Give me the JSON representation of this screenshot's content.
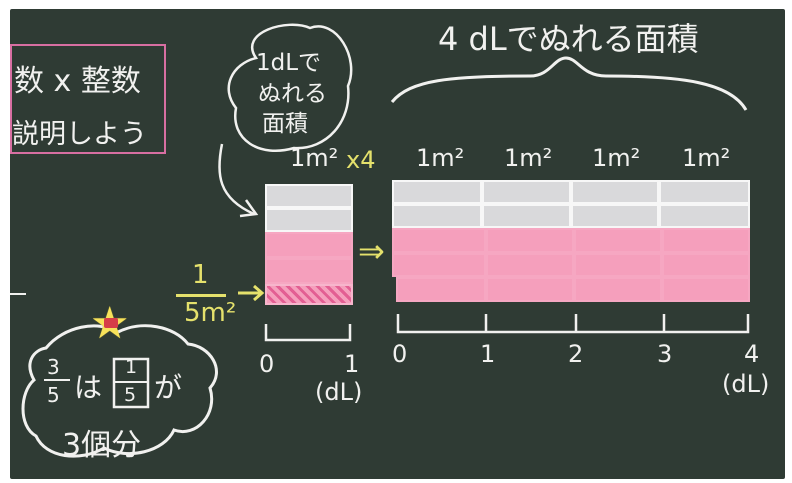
{
  "title_box": {
    "line1": "数 x 整数",
    "line2": "説明しよう"
  },
  "cloud_note": {
    "line1": "1dLで",
    "line2": "ぬれる",
    "line3": "面積"
  },
  "top_label": "4 dLでぬれる面積",
  "labels": {
    "m2": "1m²",
    "times": "x4",
    "arrow": "⇒",
    "fraction_num": "1",
    "fraction_den": "5m²",
    "axis_unit": "(dL)"
  },
  "axis": {
    "left_ticks": [
      "0",
      "1"
    ],
    "right_ticks": [
      "0",
      "1",
      "2",
      "3",
      "4"
    ]
  },
  "bubble": {
    "fraction": "3/5",
    "ha": "は",
    "inner_fraction": "1/5",
    "ga": "が",
    "bottom": "3個分"
  },
  "colors": {
    "board": "#2f3b34",
    "chalk": "#f1f1ef",
    "yellow_chalk": "#e5e16c",
    "pink": "#f59fbc",
    "gray": "#d9d9db"
  }
}
